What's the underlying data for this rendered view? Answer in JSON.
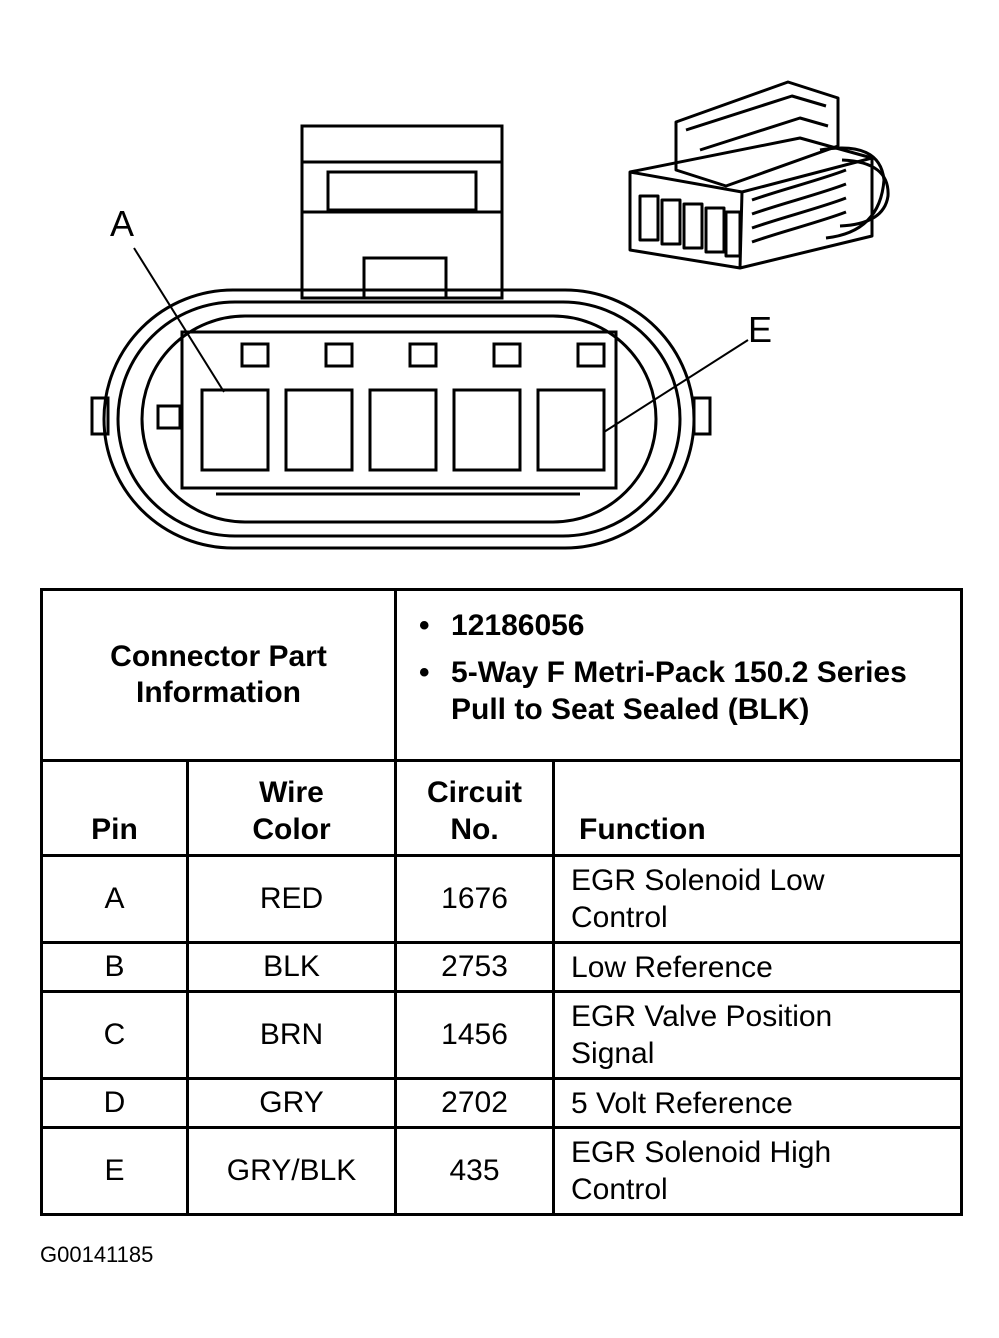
{
  "diagram": {
    "callouts": [
      "A",
      "E"
    ]
  },
  "connector_info": {
    "label": "Connector Part Information",
    "details": [
      "12186056",
      "5-Way F Metri-Pack 150.2 Series Pull to Seat Sealed (BLK)"
    ]
  },
  "columns": {
    "pin": "Pin",
    "wire_color": "Wire Color",
    "circuit": "Circuit No.",
    "function": "Function"
  },
  "rows": [
    {
      "pin": "A",
      "wire_color": "RED",
      "circuit": "1676",
      "function": "EGR Solenoid Low Control"
    },
    {
      "pin": "B",
      "wire_color": "BLK",
      "circuit": "2753",
      "function": "Low Reference"
    },
    {
      "pin": "C",
      "wire_color": "BRN",
      "circuit": "1456",
      "function": "EGR Valve Position Signal"
    },
    {
      "pin": "D",
      "wire_color": "GRY",
      "circuit": "2702",
      "function": "5 Volt Reference"
    },
    {
      "pin": "E",
      "wire_color": "GRY/BLK",
      "circuit": "435",
      "function": "EGR Solenoid High Control"
    }
  ],
  "figure_id": "G00141185"
}
